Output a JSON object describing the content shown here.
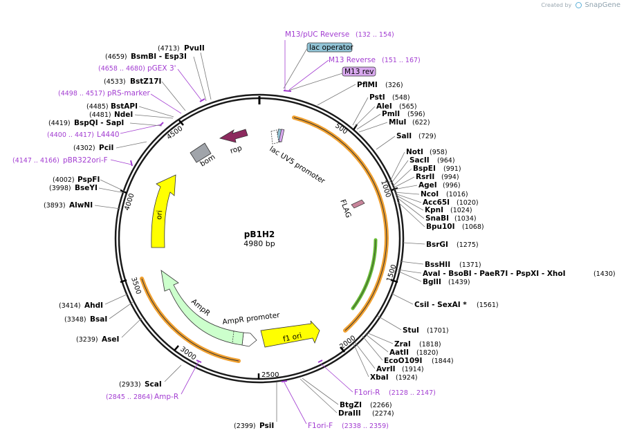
{
  "credit": {
    "prefix": "Created by",
    "brand": "SnapGene"
  },
  "plasmid": {
    "name": "pB1H2",
    "length_label": "4980 bp",
    "length": 4980
  },
  "position_ticks": [
    "500",
    "1000",
    "1500",
    "2000",
    "2500",
    "3000",
    "3500",
    "4000",
    "4500"
  ],
  "features": [
    {
      "id": "lac-uv5-promoter",
      "label": "lac UV5 promoter",
      "color": "#ffffff"
    },
    {
      "id": "lac-operator",
      "label": "lac operator",
      "color": "#92c4d6"
    },
    {
      "id": "m13-rev",
      "label": "M13 rev",
      "color": "#d9a9ef"
    },
    {
      "id": "flag",
      "label": "FLAG",
      "color": "#c7849a"
    },
    {
      "id": "f1-ori",
      "label": "f1 ori",
      "color": "#ffff00"
    },
    {
      "id": "ampr-promoter",
      "label": "AmpR promoter",
      "color": "#ffffff"
    },
    {
      "id": "ampr",
      "label": "AmpR",
      "color": "#ccffcc"
    },
    {
      "id": "ori",
      "label": "ori",
      "color": "#ffff00"
    },
    {
      "id": "bom",
      "label": "bom",
      "color": "#a0a4aa"
    },
    {
      "id": "rop",
      "label": "rop",
      "color": "#8c2a5e"
    }
  ],
  "arcs": [
    {
      "id": "orange-arc-right",
      "color": "#f0a030"
    },
    {
      "id": "green-arc-right",
      "color": "#66bb33"
    },
    {
      "id": "orange-arc-left",
      "color": "#f0a030"
    }
  ],
  "primers": [
    {
      "id": "m13-puc-reverse",
      "name": "M13/pUC Reverse",
      "range": "(132 .. 154)"
    },
    {
      "id": "m13-reverse",
      "name": "M13 Reverse",
      "range": "(151 .. 167)"
    },
    {
      "id": "pgex-3",
      "name": "pGEX 3'",
      "range": "(4658 .. 4680)"
    },
    {
      "id": "prs-marker",
      "name": "pRS-marker",
      "range": "(4498 .. 4517)"
    },
    {
      "id": "l4440",
      "name": "L4440",
      "range": "(4400 .. 4417)"
    },
    {
      "id": "pbr322ori-f",
      "name": "pBR322ori-F",
      "range": "(4147 .. 4166)"
    },
    {
      "id": "f1ori-r",
      "name": "F1ori-R",
      "range": "(2128 .. 2147)"
    },
    {
      "id": "f1ori-f",
      "name": "F1ori-F",
      "range": "(2338 .. 2359)"
    },
    {
      "id": "amp-r",
      "name": "Amp-R",
      "range": "(2845 .. 2864)"
    }
  ],
  "sites": [
    {
      "id": "pvuii",
      "names": "PvuII",
      "pos": "(4713)"
    },
    {
      "id": "bsmbi-esp3i",
      "names": "BsmBI   - Esp3I",
      "pos": "(4659)"
    },
    {
      "id": "bstz17i",
      "names": "BstZ17I",
      "pos": "(4533)"
    },
    {
      "id": "bstapi",
      "names": "BstAPI",
      "pos": "(4485)"
    },
    {
      "id": "ndei",
      "names": "NdeI",
      "pos": "(4481)"
    },
    {
      "id": "bspqi-sapi",
      "names": "BspQI   - SapI",
      "pos": "(4419)"
    },
    {
      "id": "pcii",
      "names": "PciI",
      "pos": "(4302)"
    },
    {
      "id": "pspfi",
      "names": "PspFI",
      "pos": "(4002)"
    },
    {
      "id": "bseyi",
      "names": "BseYI",
      "pos": "(3998)"
    },
    {
      "id": "alwni",
      "names": "AlwNI",
      "pos": "(3893)"
    },
    {
      "id": "ahdi",
      "names": "AhdI",
      "pos": "(3414)"
    },
    {
      "id": "bsai",
      "names": "BsaI",
      "pos": "(3348)"
    },
    {
      "id": "asei",
      "names": "AseI",
      "pos": "(3239)"
    },
    {
      "id": "scai",
      "names": "ScaI",
      "pos": "(2933)"
    },
    {
      "id": "psii",
      "names": "PsiI",
      "pos": "(2399)"
    },
    {
      "id": "pflmi",
      "names": "PflMI",
      "pos": "(326)"
    },
    {
      "id": "psti",
      "names": "PstI",
      "pos": "(548)"
    },
    {
      "id": "alei",
      "names": "AleI",
      "pos": "(565)"
    },
    {
      "id": "pmli",
      "names": "PmlI",
      "pos": "(596)"
    },
    {
      "id": "mlui",
      "names": "MluI",
      "pos": "(622)"
    },
    {
      "id": "sali",
      "names": "SalI",
      "pos": "(729)"
    },
    {
      "id": "noti",
      "names": "NotI",
      "pos": "(958)"
    },
    {
      "id": "sacii",
      "names": "SacII",
      "pos": "(964)"
    },
    {
      "id": "bspei",
      "names": "BspEI",
      "pos": "(991)"
    },
    {
      "id": "rsrii",
      "names": "RsrII",
      "pos": "(994)"
    },
    {
      "id": "agei",
      "names": "AgeI",
      "pos": "(996)"
    },
    {
      "id": "ncoi",
      "names": "NcoI",
      "pos": "(1016)"
    },
    {
      "id": "acc65i",
      "names": "Acc65I",
      "pos": "(1020)"
    },
    {
      "id": "kpni",
      "names": "KpnI",
      "pos": "(1024)"
    },
    {
      "id": "snabi",
      "names": "SnaBI",
      "pos": "(1034)"
    },
    {
      "id": "bpu10i",
      "names": "Bpu10I",
      "pos": "(1068)"
    },
    {
      "id": "bsrgi",
      "names": "BsrGI",
      "pos": "(1275)"
    },
    {
      "id": "bsshii",
      "names": "BssHII",
      "pos": "(1371)"
    },
    {
      "id": "avai-group",
      "names": "AvaI   - BsoBI   - PaeR7I   - PspXI   - XhoI",
      "pos": "(1430)"
    },
    {
      "id": "bglii",
      "names": "BglII",
      "pos": "(1439)"
    },
    {
      "id": "csii-sexai",
      "names": "CsiI   - SexAI *",
      "pos": "(1561)"
    },
    {
      "id": "stui",
      "names": "StuI",
      "pos": "(1701)"
    },
    {
      "id": "zrai",
      "names": "ZraI",
      "pos": "(1818)"
    },
    {
      "id": "aatii",
      "names": "AatII",
      "pos": "(1820)"
    },
    {
      "id": "eco0109i",
      "names": "EcoO109I",
      "pos": "(1844)"
    },
    {
      "id": "avrii",
      "names": "AvrII",
      "pos": "(1914)"
    },
    {
      "id": "xbai",
      "names": "XbaI",
      "pos": "(1924)"
    },
    {
      "id": "btgzi",
      "names": "BtgZI",
      "pos": "(2266)"
    },
    {
      "id": "draiii",
      "names": "DraIII",
      "pos": "(2274)"
    }
  ]
}
